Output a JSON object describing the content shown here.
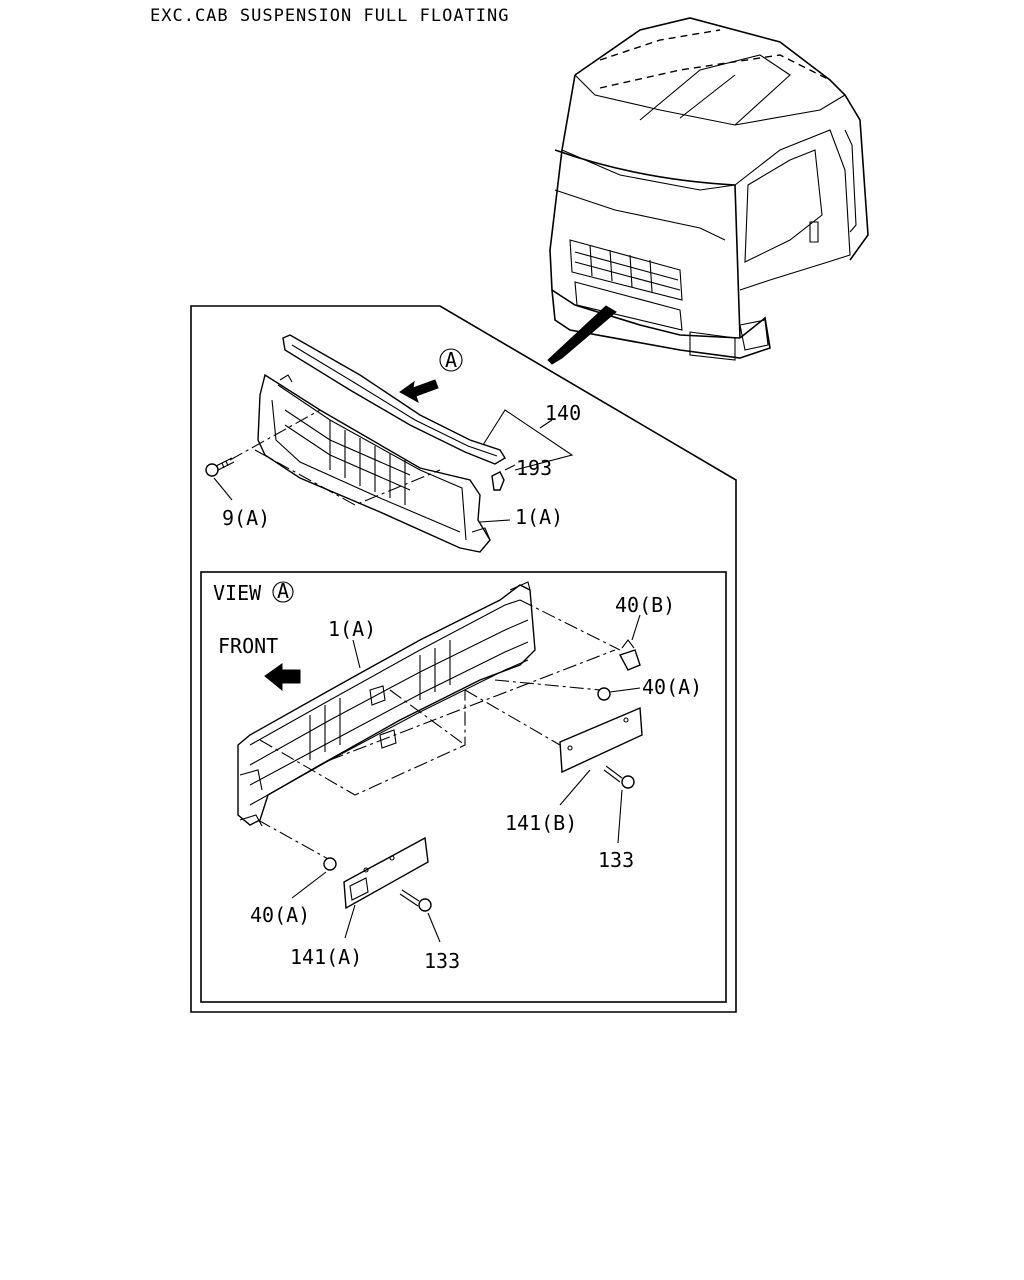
{
  "title": "EXC.CAB SUSPENSION FULL FLOATING",
  "view_marker": "A",
  "view_label": "VIEW",
  "front_label": "FRONT",
  "labels": {
    "p140": "140",
    "p193": "193",
    "p9a": "9(A)",
    "p1a_top": "1(A)",
    "p1a_view": "1(A)",
    "p40b": "40(B)",
    "p40a_right": "40(A)",
    "p40a_left": "40(A)",
    "p141b": "141(B)",
    "p141a": "141(A)",
    "p133_right": "133",
    "p133_left": "133"
  }
}
